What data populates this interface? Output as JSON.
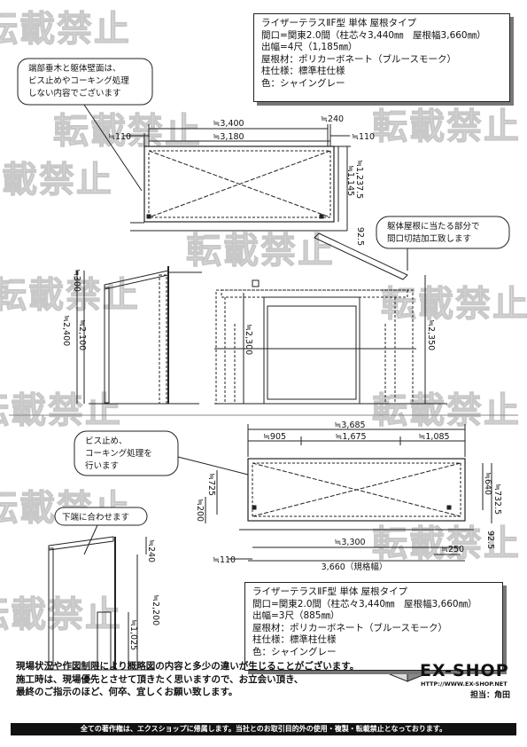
{
  "watermark": "転載禁止",
  "spec_top": {
    "title": "ライザーテラスⅡF型 単体 屋根タイプ",
    "line1": "間口=関東2.0間（柱芯々3,440㎜　屋根幅3,660㎜）",
    "line2": "出幅=4尺（1,185㎜）",
    "line3": "屋根材：ポリカーボネート（ブルースモーク）",
    "line4": "柱仕様：標準柱仕様",
    "line5": "色：シャイングレー"
  },
  "spec_bottom": {
    "title": "ライザーテラスⅡF型 単体 屋根タイプ",
    "line1": "間口=関東2.0間（柱芯々3,440㎜　屋根幅3,660㎜）",
    "line2": "出幅=3尺（885㎜）",
    "line3": "屋根材：ポリカーボネート（ブルースモーク）",
    "line4": "柱仕様：標準柱仕様",
    "line5": "色：シャイングレー"
  },
  "callouts": {
    "end_wall": [
      "端部垂木と躯体壁面は、",
      "ビス止めやコーキング処理",
      "しない内容でございます"
    ],
    "roof_cut": [
      "躯体屋根に当たる部分で",
      "間口切詰加工致します"
    ],
    "screw": [
      "ビス止め、",
      "コーキング処理を",
      "行います"
    ],
    "bottom_align": "下端に合わせます"
  },
  "dims_top_plan": {
    "w_total": "≒3,400",
    "w_inner": "≒3,180",
    "left_off": "≒110",
    "right_off": "≒110",
    "right_top": "≒240",
    "d1": "≒1,145",
    "d2": "≒1,237.5",
    "d3": "92.5"
  },
  "dims_side": {
    "h_top": "≒300",
    "h_total": "≒2,400",
    "h_post": "≒2,100"
  },
  "dims_front": {
    "h_mid": "≒2,300",
    "h_total": "≒2,350"
  },
  "dims_bottom_plan": {
    "w_total": "≒3,685",
    "seg1": "≒905",
    "seg2": "≒1,675",
    "seg3": "≒1,085",
    "h_left1": "≒725",
    "h_left2": "≒200",
    "h_right1": "≒640",
    "h_right2": "≒732.5",
    "h_right3": "92.5",
    "w_inner": "≒3,300",
    "left_off": "≒110",
    "right_off": "≒250",
    "roof_width": "3,660（規格幅）"
  },
  "dims_bottom_side": {
    "h_top": "≒240",
    "h_total": "≒2,200",
    "h_lower": "≒1,025"
  },
  "notes": [
    "現場状況や作図制限により概略図の内容と多少の違いが生じることがございます。",
    "施工時は、現場優先とさせて頂きたく思いますので、お立会い頂き、",
    "最終のご指示のほど、何卒、宜しくお願い致します。"
  ],
  "logo": {
    "name": "EX-SHOP",
    "url": "HTTP://WWW.EX-SHOP.NET"
  },
  "author": "担当：角田",
  "footer": "全ての著作権は、エクスショップに帰属します。当社とのお取引目的外の使用・複製・転載禁止となっております。"
}
